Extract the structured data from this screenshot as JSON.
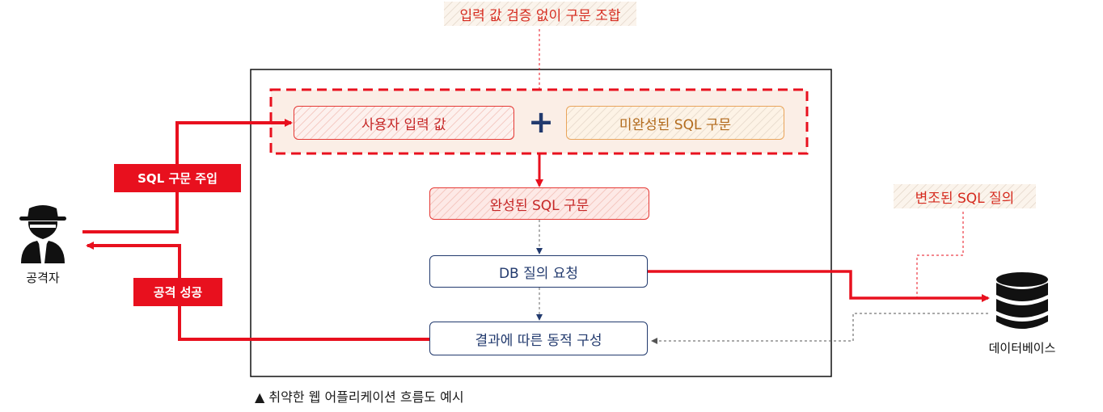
{
  "top_note": "입력 값 검증 없이 구문 조합",
  "user_input": "사용자 입력 값",
  "plus": "+",
  "incomplete_sql": "미완성된 SQL 구문",
  "complete_sql": "완성된 SQL 구문",
  "db_request": "DB 질의 요청",
  "dynamic_result": "결과에 따른 동적 구성",
  "tag_injection": "SQL 구문 주입",
  "tag_success": "공격 성공",
  "attacker": "공격자",
  "modified_query": "변조된 SQL 질의",
  "database": "데이터베이스",
  "caption": "▲ 취약한 웹 어플리케이션 흐름도 예시",
  "colors": {
    "red": "#e8101e",
    "navy": "#223a6e",
    "orange": "#e9a45a"
  }
}
